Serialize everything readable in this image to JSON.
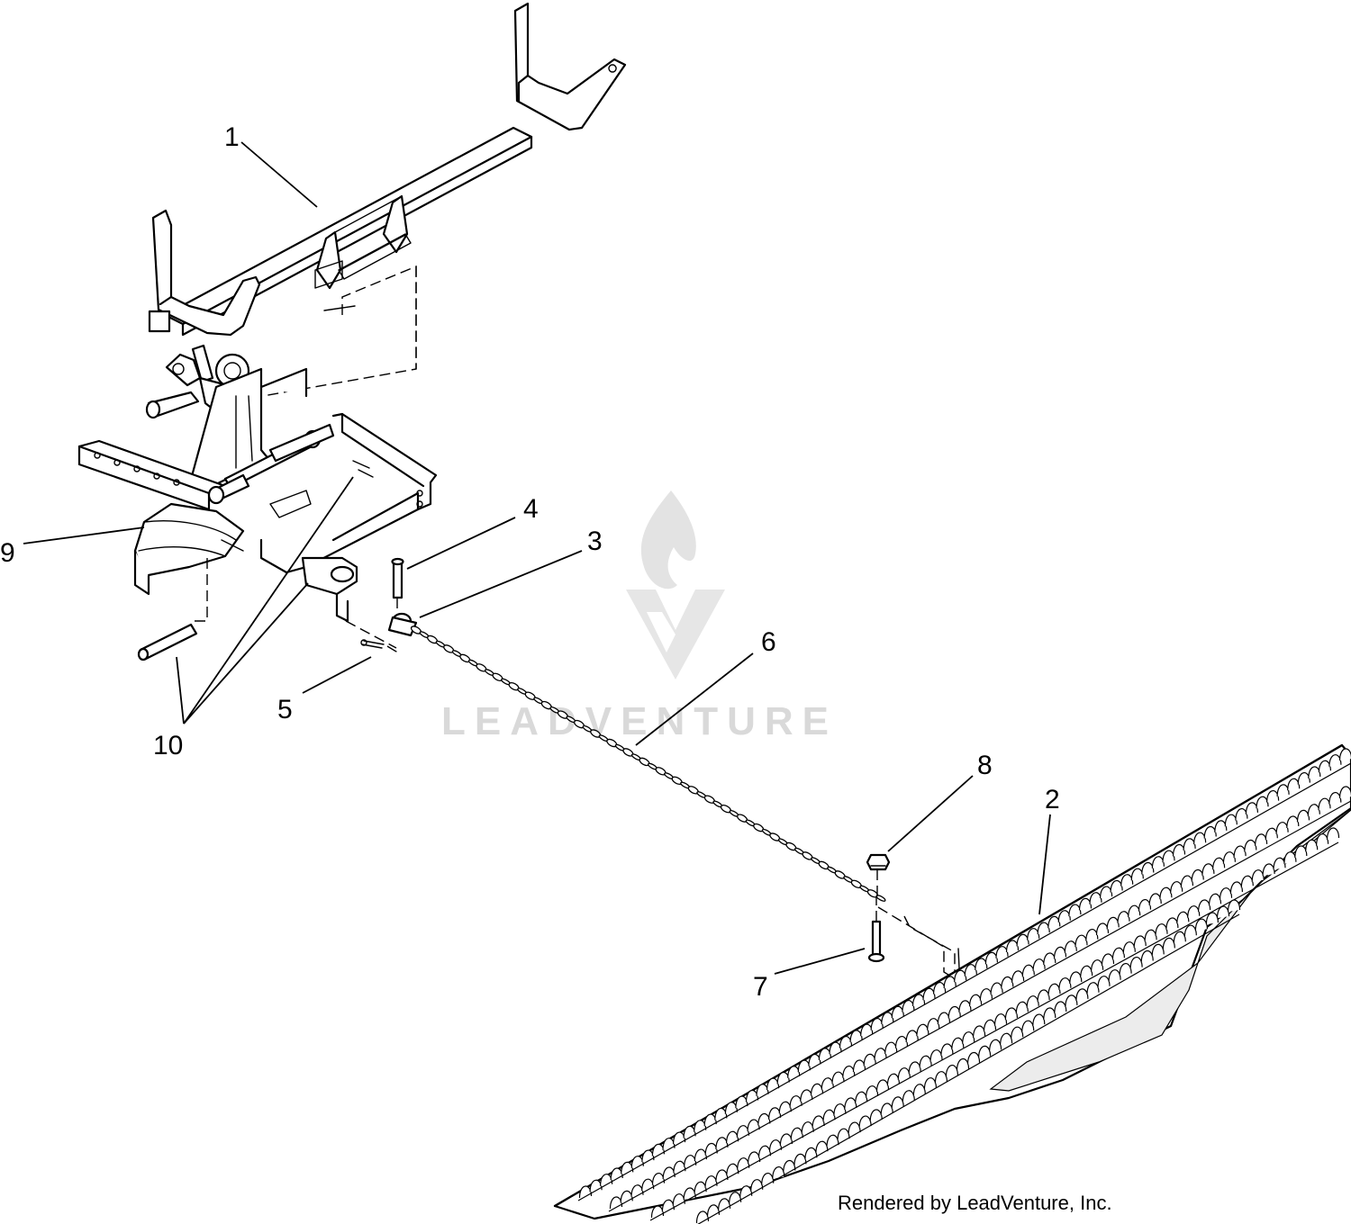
{
  "diagram": {
    "watermark": {
      "text": "LEADVENTURE"
    },
    "credit": "Rendered by LeadVenture, Inc.",
    "callouts": [
      {
        "id": "1",
        "label": "1"
      },
      {
        "id": "2",
        "label": "2"
      },
      {
        "id": "3",
        "label": "3"
      },
      {
        "id": "4",
        "label": "4"
      },
      {
        "id": "5",
        "label": "5"
      },
      {
        "id": "6",
        "label": "6"
      },
      {
        "id": "7",
        "label": "7"
      },
      {
        "id": "8",
        "label": "8"
      },
      {
        "id": "9",
        "label": "9"
      },
      {
        "id": "10",
        "label": "10"
      }
    ],
    "colors": {
      "line": "#000000",
      "background": "#ffffff",
      "watermark": "#d9d9d9"
    }
  }
}
